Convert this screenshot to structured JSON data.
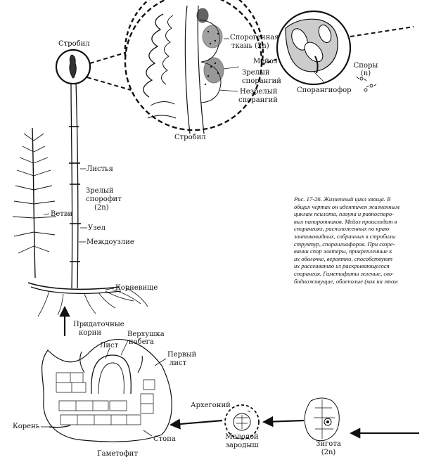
{
  "labels": {
    "strobil_top": "Стробил",
    "sporogenous_tissue_1": "Спорогенная",
    "sporogenous_tissue_2": "ткань (2n)",
    "meiosis": "Мейоз",
    "mature_sporangium_1": "Зрелый",
    "mature_sporangium_2": "спорангий",
    "immature_sporangium_1": "Незрелый",
    "immature_sporangium_2": "спорангий",
    "strobil_section": "Стробил",
    "sporangiophore": "Спорангиофор",
    "spores_1": "Споры",
    "spores_2": "(n)",
    "leaves": "Листья",
    "branches": "Ветви",
    "mature_sporophyte_1": "Зрелый",
    "mature_sporophyte_2": "спорофит",
    "mature_sporophyte_3": "(2n)",
    "node": "Узел",
    "internode": "Междоузлие",
    "rhizome": "Корневище",
    "adventitious_roots_1": "Придаточные",
    "adventitious_roots_2": "корни",
    "shoot_apex_1": "Верхушка",
    "shoot_apex_2": "побега",
    "leaf": "Лист",
    "first_leaf_1": "Первый",
    "first_leaf_2": "лист",
    "root": "Корень",
    "foot": "Стопа",
    "gametophyte": "Гаметофит",
    "archegonium": "Архегоний",
    "young_embryo_1": "Молодой",
    "young_embryo_2": "зародыш",
    "zygote_1": "Зигота",
    "zygote_2": "(2n)"
  },
  "caption": {
    "lines": [
      "Рис. 17-26. Жизненный цикл хвоща. В",
      "общих чертах он идентичен жизненным",
      "циклам псилота, плауна и равноспоро-",
      "вых папоротников. Мейоз происходит в",
      "спорангиях, расположенных по краю",
      "зонтиковидных, собранных в стробилы",
      "структур, спорангиофоров. При созре-",
      "вании спор элатеры, прикрепленные к",
      "их оболочке, вероятно, способствуют",
      "их рассеиванию из раскрывающегося",
      "спорангия. Гаметофиты зеленые, сво-",
      "бодноживущие, обоеполые (как на этом"
    ]
  }
}
